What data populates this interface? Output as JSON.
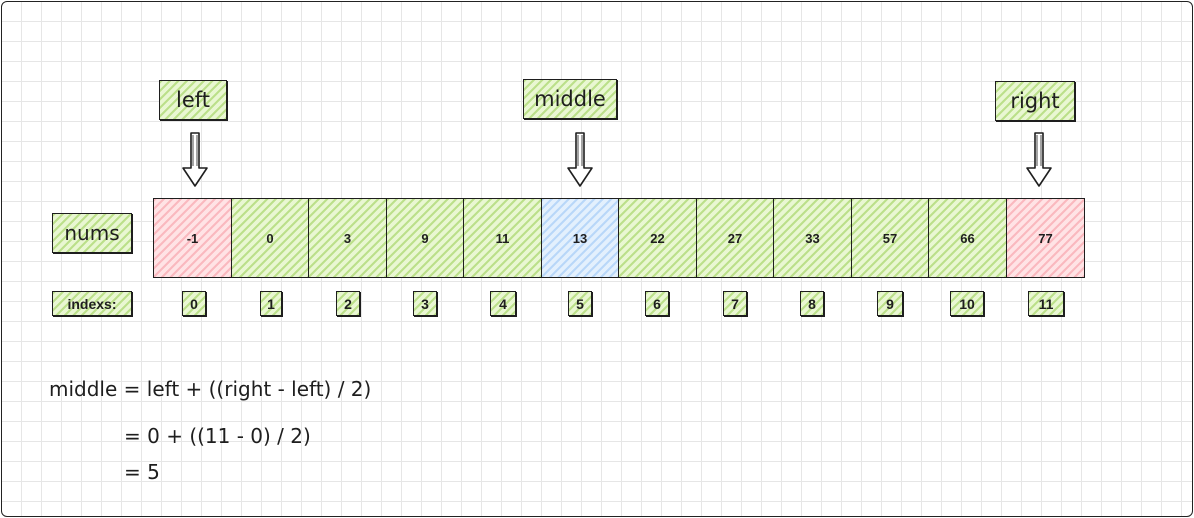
{
  "pointers": {
    "left": "left",
    "middle": "middle",
    "right": "right"
  },
  "array_label": "nums",
  "index_label": "indexs:",
  "nums": [
    "-1",
    "0",
    "3",
    "9",
    "11",
    "13",
    "22",
    "27",
    "33",
    "57",
    "66",
    "77"
  ],
  "indexes": [
    "0",
    "1",
    "2",
    "3",
    "4",
    "5",
    "6",
    "7",
    "8",
    "9",
    "10",
    "11"
  ],
  "formula": {
    "line1": "middle = left + ((right - left) / 2)",
    "line2": "= 0 + ((11 - 0) / 2)",
    "line3": "= 5"
  },
  "colors": {
    "left_cell": "#ffe3e5",
    "middle_cell": "#e3f0fd",
    "right_cell": "#ffe3e5",
    "default_cell": "#e9f7d2",
    "stroke": "#1e1e1e"
  }
}
